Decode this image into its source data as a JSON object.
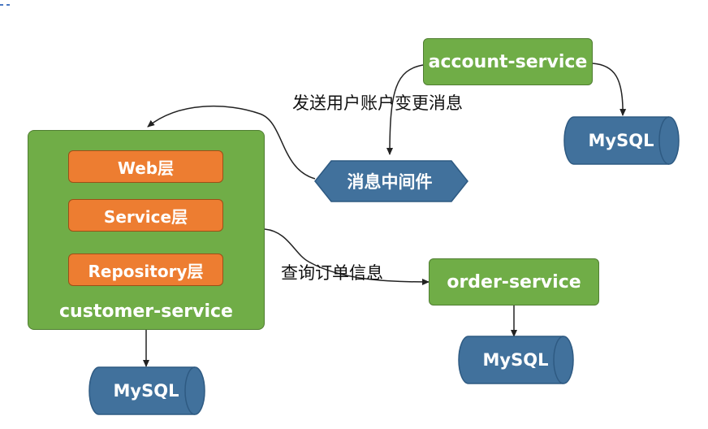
{
  "diagram": {
    "customer_service": {
      "label": "customer-service",
      "layers": [
        "Web层",
        "Service层",
        "Repository层"
      ]
    },
    "account_service": {
      "label": "account-service"
    },
    "order_service": {
      "label": "order-service"
    },
    "message_middleware": {
      "label": "消息中间件"
    },
    "databases": {
      "account_db": "MySQL",
      "order_db": "MySQL",
      "customer_db": "MySQL"
    },
    "edges": {
      "send_account_change": "发送用户账户变更消息",
      "query_order_info": "查询订单信息"
    }
  },
  "colors": {
    "service_green": "#70ad47",
    "layer_orange": "#ed7d31",
    "database_blue": "#41719c",
    "middleware_blue": "#41719c",
    "arrow": "#222222"
  }
}
